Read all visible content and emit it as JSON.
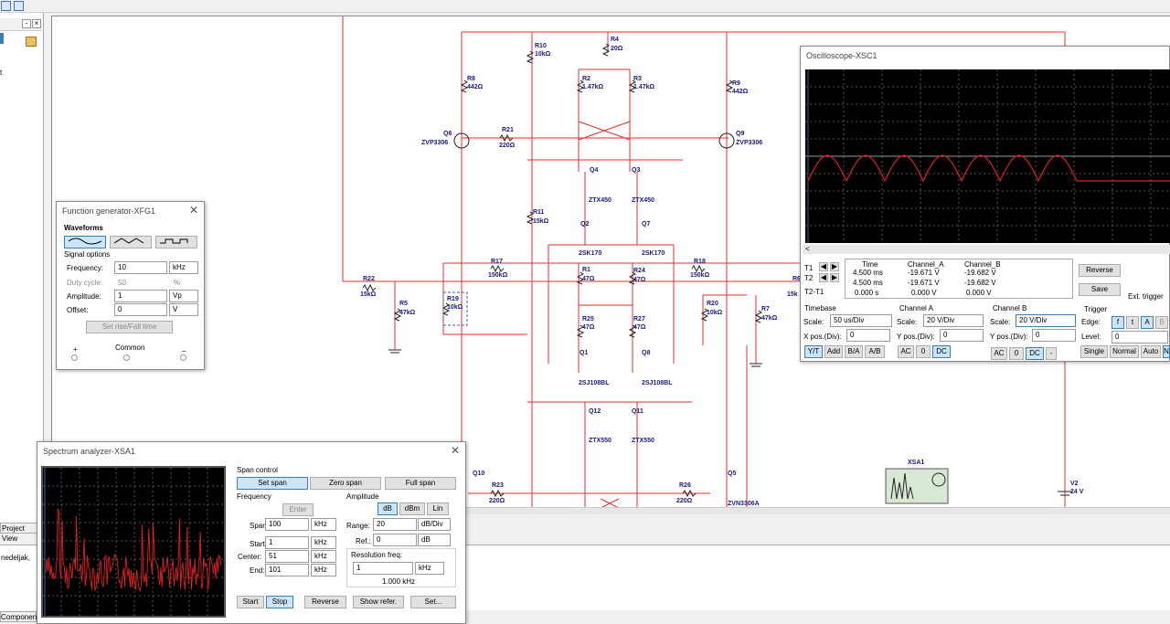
{
  "project_view_tab": "Project View",
  "bottom_text": "nedeljak,",
  "components_tab": "Components",
  "left_panel_letter": "t",
  "circuit": {
    "labels": {
      "R10": "R10",
      "R10v": "10kΩ",
      "R4": "R4",
      "R4v": "20Ω",
      "R8": "R8",
      "R8v": "442Ω",
      "R9": "R9",
      "R9v": "442Ω",
      "R2": "R2",
      "R2v": "1.47kΩ",
      "R3": "R3",
      "R3v": "1.47kΩ",
      "Q6": "Q6",
      "Q6p": "ZVP3306",
      "R21": "R21",
      "R21v": "220Ω",
      "Q9": "Q9",
      "Q9p": "ZVP3306",
      "Q4": "Q4",
      "Q3": "Q3",
      "ZTX450a": "ZTX450",
      "ZTX450b": "ZTX450",
      "R11": "R11",
      "R11v": "15kΩ",
      "Q2": "Q2",
      "Q7": "Q7",
      "SK1": "2SK170",
      "SK2": "2SK170",
      "R17": "R17",
      "R17v": "150kΩ",
      "R18": "R18",
      "R18v": "150kΩ",
      "R1": "R1",
      "R1v": "47Ω",
      "R24": "R24",
      "R24v": "47Ω",
      "R22": "R22",
      "R22v": "15kΩ",
      "R5": "R5",
      "R5v": "47kΩ",
      "R19": "R19",
      "R19v": "10kΩ",
      "R20": "R20",
      "R20v": "10kΩ",
      "R7": "R7",
      "R7v": "47kΩ",
      "R6": "R6",
      "R6v": "15k",
      "R25": "R25",
      "R25v": "47Ω",
      "R27": "R27",
      "R27v": "47Ω",
      "Q1": "Q1",
      "Q8": "Q8",
      "SJ1": "2SJ108BL",
      "SJ2": "2SJ108BL",
      "Q12": "Q12",
      "Q11": "Q11",
      "ZTX550a": "ZTX550",
      "ZTX550b": "ZTX550",
      "Q10": "Q10",
      "R23": "R23",
      "R23v": "220Ω",
      "R26": "R26",
      "R26v": "220Ω",
      "Q5": "Q5",
      "Q5p": "ZVN3306A",
      "XSA1": "XSA1",
      "V2": "V2",
      "V2v": "24 V"
    }
  },
  "function_generator": {
    "title": "Function generator-XFG1",
    "waveforms_label": "Waveforms",
    "signal_options_label": "Signal options",
    "frequency_label": "Frequency:",
    "frequency_value": "10",
    "frequency_unit": "kHz",
    "duty_label": "Duty cycle:",
    "duty_value": "50",
    "duty_unit": "%",
    "amplitude_label": "Amplitude:",
    "amplitude_value": "1",
    "amplitude_unit": "Vp",
    "offset_label": "Offset:",
    "offset_value": "0",
    "offset_unit": "V",
    "rise_fall_button": "Set rise/Fall time",
    "plus": "+",
    "common": "Common",
    "minus": "_"
  },
  "oscilloscope": {
    "title": "Oscilloscope-XSC1",
    "cursor_headers": {
      "time": "Time",
      "a": "Channel_A",
      "b": "Channel_B"
    },
    "t1": {
      "label": "T1",
      "time": "4.500 ms",
      "a": "-19.671 V",
      "b": "-19.682 V"
    },
    "t2": {
      "label": "T2",
      "time": "4.500 ms",
      "a": "-19.671 V",
      "b": "-19.682 V"
    },
    "t21": {
      "label": "T2-T1",
      "time": "0.000 s",
      "a": "0.000 V",
      "b": "0.000 V"
    },
    "reverse": "Reverse",
    "save": "Save",
    "ext_trigger": "Ext. trigger",
    "timebase_label": "Timebase",
    "tb_scale_label": "Scale:",
    "tb_scale": "50 us/Div",
    "tb_xpos_label": "X pos.(Div):",
    "tb_xpos": "0",
    "tb_buttons": [
      "Y/T",
      "Add",
      "B/A",
      "A/B"
    ],
    "cha_label": "Channel A",
    "cha_scale_label": "Scale:",
    "cha_scale": "20  V/Div",
    "cha_ypos_label": "Y pos.(Div):",
    "cha_ypos": "0",
    "chb_label": "Channel B",
    "chb_scale_label": "Scale:",
    "chb_scale": "20  V/Div",
    "chb_ypos_label": "Y pos.(Div):",
    "chb_ypos": "0",
    "coupling": [
      "AC",
      "0",
      "DC"
    ],
    "minus": "-",
    "trigger_label": "Trigger",
    "edge_label": "Edge:",
    "level_label": "Level:",
    "level_value": "0",
    "edge_buttons": [
      "f",
      "t",
      "A",
      "B"
    ],
    "trig_buttons": [
      "Single",
      "Normal",
      "Auto",
      "N"
    ]
  },
  "spectrum": {
    "title": "Spectrum analyzer-XSA1",
    "span_control": "Span control",
    "set_span": "Set span",
    "zero_span": "Zero span",
    "full_span": "Full span",
    "frequency": "Frequency",
    "enter": "Enter",
    "span_label": "Span:",
    "span_value": "100",
    "span_unit": "kHz",
    "start_label": "Start:",
    "start_value": "1",
    "start_unit": "kHz",
    "center_label": "Center:",
    "center_value": "51",
    "center_unit": "kHz",
    "end_label": "End:",
    "end_value": "101",
    "end_unit": "kHz",
    "amplitude": "Amplitude",
    "db": "dB",
    "dbm": "dBm",
    "lin": "Lin",
    "range_label": "Range:",
    "range_value": "20",
    "range_unit": "dB/Div",
    "ref_label": "Ref.:",
    "ref_value": "0",
    "ref_unit": "dB",
    "res_label": "Resolution freq:",
    "res_value": "1",
    "res_unit": "kHz",
    "res_display": "1.000 kHz",
    "start_btn": "Start",
    "stop_btn": "Stop",
    "reverse_btn": "Reverse",
    "show_ref_btn": "Show refer.",
    "set_btn": "Set..."
  },
  "colors": {
    "wire": "#e03030",
    "trace": "#e02020",
    "screen": "#000000",
    "selected": "#cce4f7"
  }
}
